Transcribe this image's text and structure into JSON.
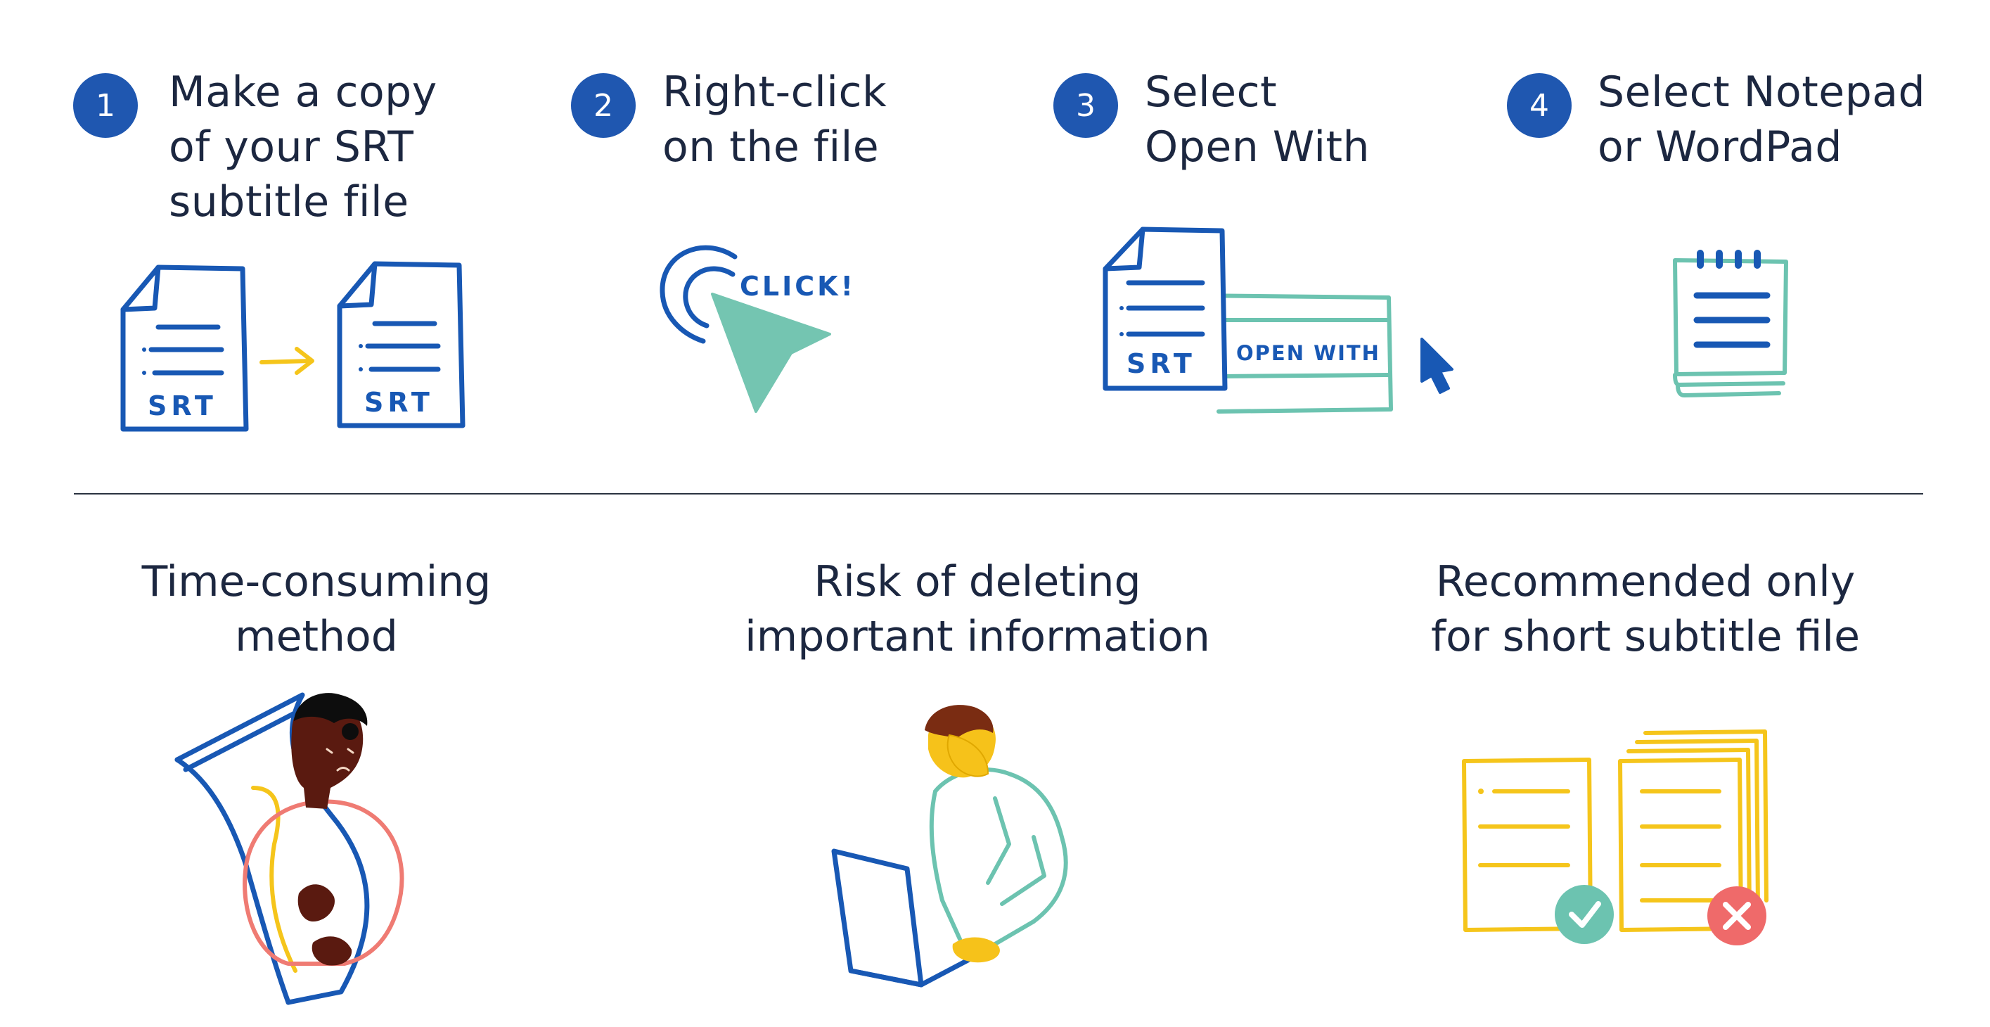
{
  "steps": [
    {
      "number": "1",
      "title_lines": [
        "Make a copy",
        "of your SRT",
        "subtitle file"
      ]
    },
    {
      "number": "2",
      "title_lines": [
        "Right-click",
        "on the file"
      ]
    },
    {
      "number": "3",
      "title_lines": [
        "Select",
        "Open With"
      ]
    },
    {
      "number": "4",
      "title_lines": [
        "Select Notepad",
        "or WordPad"
      ]
    }
  ],
  "illustrations": {
    "srt_label": "SRT",
    "click_label": "CLICK!",
    "open_with_label": "OPEN WITH"
  },
  "drawbacks": [
    {
      "title_lines": [
        "Time-consuming",
        "method"
      ]
    },
    {
      "title_lines": [
        "Risk of deleting",
        "important information"
      ]
    },
    {
      "title_lines": [
        "Recommended only",
        "for short subtitle file"
      ]
    }
  ],
  "colors": {
    "badge": "#1f57b0",
    "blue": "#1858b4",
    "teal": "#6cc3b0",
    "yellow": "#f5c51b",
    "red": "#ef6a6a",
    "text": "#1c2740"
  }
}
